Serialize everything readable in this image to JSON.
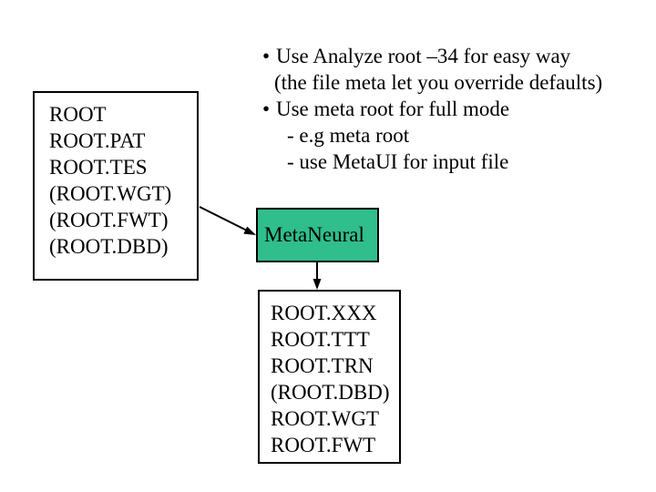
{
  "slide": {
    "background_color": "#FFFFFF",
    "text_color": "#000000",
    "notes": {
      "bullet_char": "•",
      "lines": [
        {
          "style": "bullet",
          "text": "Use Analyze root –34 for easy way"
        },
        {
          "style": "continuation",
          "text": "(the file meta let you override defaults)"
        },
        {
          "style": "bullet",
          "text": "Use meta root for full mode"
        },
        {
          "style": "dash",
          "text": "- e.g meta root"
        },
        {
          "style": "dash",
          "text": "- use MetaUI for input file"
        }
      ]
    },
    "input_files_box": {
      "lines": [
        "ROOT",
        "ROOT.PAT",
        "ROOT.TES",
        "(ROOT.WGT)",
        "(ROOT.FWT)",
        "(ROOT.DBD)"
      ]
    },
    "process_box": {
      "label": "MetaNeural",
      "fill_color": "#2FBE8C",
      "border_color": "#000000"
    },
    "output_files_box": {
      "lines": [
        "ROOT.XXX",
        "ROOT.TTT",
        "ROOT.TRN",
        "(ROOT.DBD)",
        "ROOT.WGT",
        "ROOT.FWT"
      ]
    },
    "connectors": [
      {
        "name": "arrow-input-files-to-metaneural"
      },
      {
        "name": "arrow-metaneural-to-output-files"
      }
    ]
  }
}
